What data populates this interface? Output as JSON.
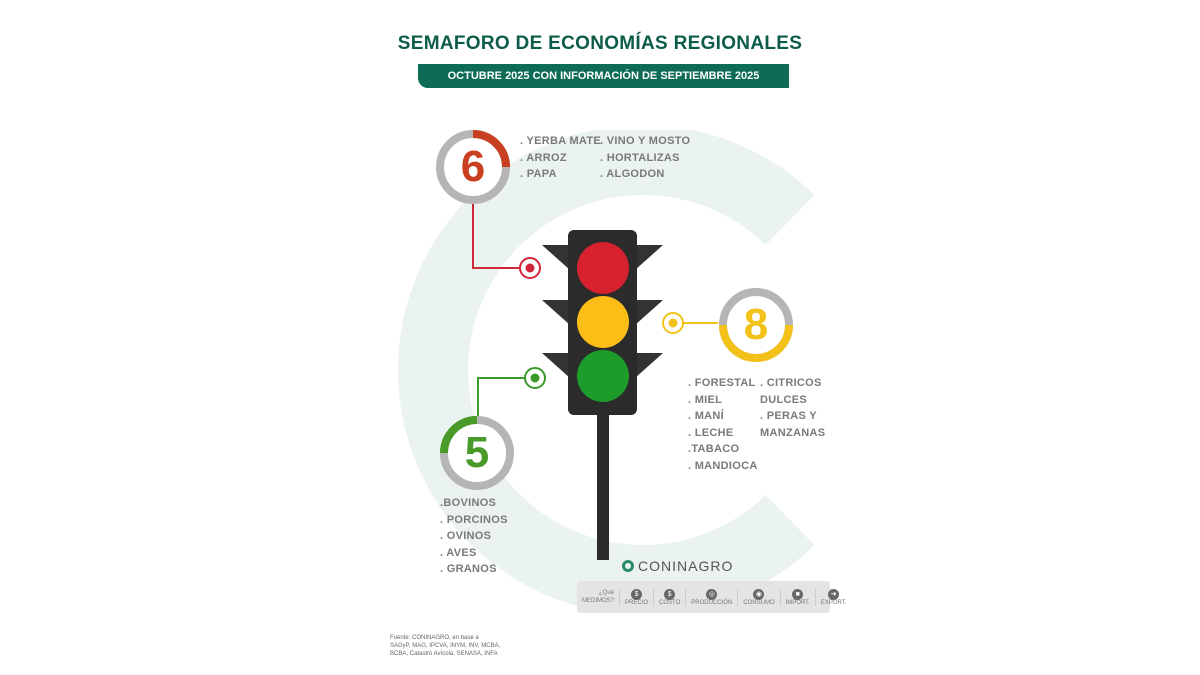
{
  "header": {
    "title": "SEMAFORO DE ECONOMÍAS REGIONALES",
    "subtitle": "OCTUBRE 2025 CON INFORMACIÓN DE SEPTIEMBRE 2025"
  },
  "red": {
    "count": "6",
    "color": "#c8401f",
    "items_col1": [
      ". YERBA MATE",
      ". ARROZ",
      ". PAPA"
    ],
    "items_col2": ". VINO Y MOSTO|. HORTALIZAS|. ALGODON",
    "items2": [
      ". VINO Y MOSTO",
      ". HORTALIZAS",
      ". ALGODON"
    ]
  },
  "yellow": {
    "count": "8",
    "color": "#f3c21a",
    "items_col1": [
      ". FORESTAL",
      ". MIEL",
      ". MANÍ",
      ". LECHE",
      ".TABACO",
      ". MANDIOCA"
    ],
    "items_col2": [
      ". CITRICOS",
      "DULCES",
      ". PERAS Y",
      "MANZANAS"
    ]
  },
  "green": {
    "count": "5",
    "color": "#4a9a2a",
    "items": [
      ".BOVINOS",
      ". PORCINOS",
      ". OVINOS",
      ". AVES",
      ". GRANOS"
    ]
  },
  "brand": {
    "name": "CONINAGRO"
  },
  "medimos": {
    "label1": "¿Qué",
    "label2": "MEDIMOS?",
    "items": [
      {
        "icon": "$",
        "label": "PRECIO"
      },
      {
        "icon": "$",
        "label": "COSTO"
      },
      {
        "icon": "◎",
        "label": "PRODUCCIÓN"
      },
      {
        "icon": "◉",
        "label": "CONSUMO"
      },
      {
        "icon": "■",
        "label": "IMPORT."
      },
      {
        "icon": "➜",
        "label": "EXPORT."
      }
    ]
  },
  "source": [
    "Fuente: CONINAGRO, en base a",
    "SAGyP, MAG, IPCVA, INYM, INV, MCBA,",
    "BCBA, Catastro Avícola, SENASA, INFA"
  ]
}
